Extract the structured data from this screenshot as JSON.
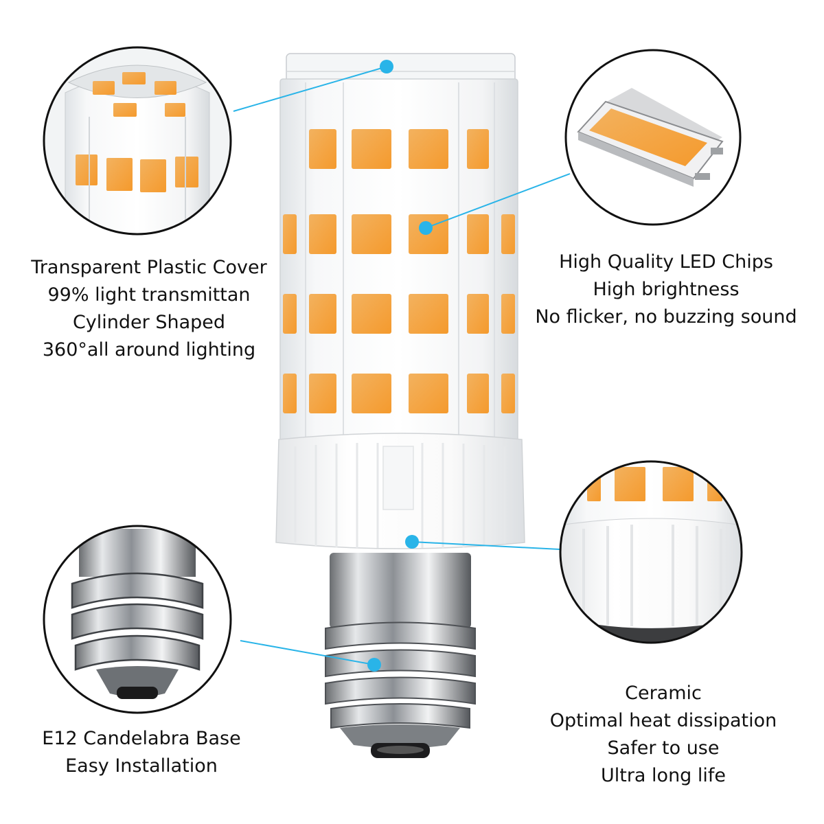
{
  "colors": {
    "accent": "#29b4e8",
    "led": "#f6a43c",
    "background": "#ffffff"
  },
  "captions": {
    "cover": {
      "line1": "Transparent Plastic Cover",
      "line2": "99% light transmittan",
      "line3": "Cylinder Shaped",
      "line4": "360°all around lighting"
    },
    "chips": {
      "line1": "High Quality LED Chips",
      "line2": "High brightness",
      "line3": "No flicker, no buzzing sound"
    },
    "base": {
      "line1": "E12 Candelabra Base",
      "line2": "Easy Installation"
    },
    "ceramic": {
      "line1": "Ceramic",
      "line2": "Optimal heat dissipation",
      "line3": "Safer to use",
      "line4": "Ultra long life"
    }
  }
}
